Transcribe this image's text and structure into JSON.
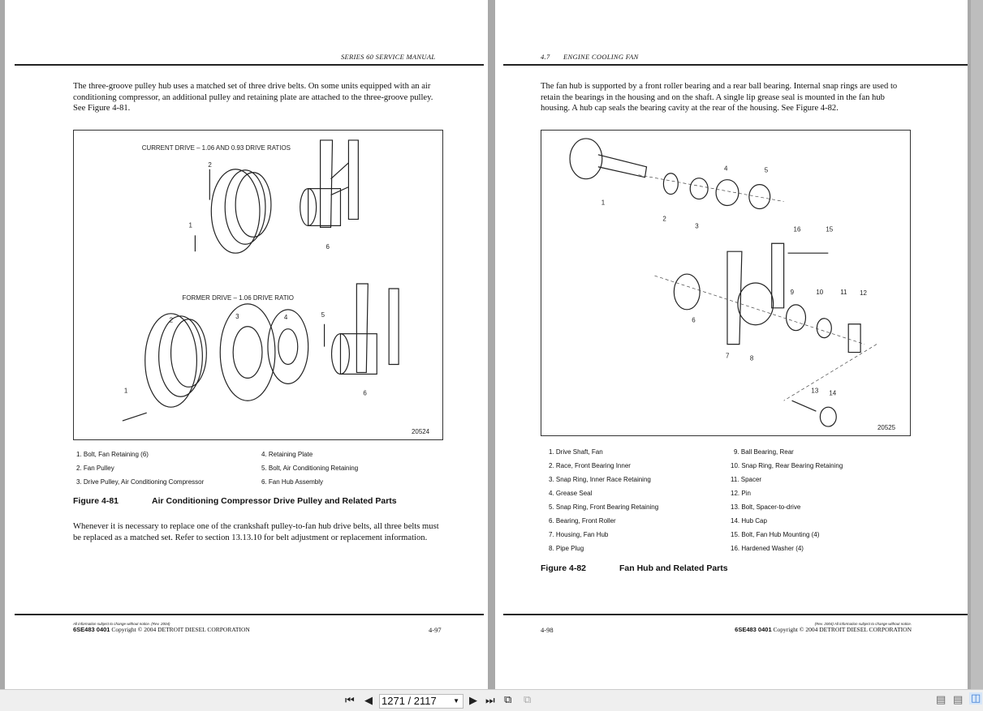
{
  "left_page": {
    "header": "SERIES 60 SERVICE MANUAL",
    "intro": "The three-groove pulley hub uses a matched set of three drive belts. On some units equipped with an air conditioning compressor, an additional pulley and retaining plate are attached to the three-groove pulley. See Figure 4-81.",
    "figure": {
      "current_label": "CURRENT DRIVE – 1.06 AND 0.93 DRIVE RATIOS",
      "former_label": "FORMER DRIVE – 1.06 DRIVE RATIO",
      "id": "20524",
      "callouts_top": [
        "1",
        "2",
        "6"
      ],
      "callouts_bottom": [
        "1",
        "2",
        "3",
        "4",
        "5",
        "6"
      ]
    },
    "legend": [
      "1. Bolt, Fan Retaining (6)",
      "2. Fan Pulley",
      "3. Drive Pulley, Air Conditioning Compressor",
      "4. Retaining Plate",
      "5. Bolt, Air Conditioning Retaining",
      "6. Fan Hub Assembly"
    ],
    "caption_num": "Figure 4-81",
    "caption_title": "Air Conditioning Compressor Drive Pulley and Related Parts",
    "body": "Whenever it is necessary to replace one of the crankshaft pulley-to-fan hub drive belts, all three belts must be replaced as a matched set. Refer to section 13.13.10 for belt adjustment or replacement information.",
    "footer_note": "All information subject to change without notice.     (Rev. 2004)",
    "footer_code": "6SE483  0401",
    "footer_copy": "Copyright © 2004 DETROIT DIESEL CORPORATION",
    "page_num": "4-97"
  },
  "right_page": {
    "header_num": "4.7",
    "header": "ENGINE COOLING FAN",
    "intro": "The fan hub is supported by a front roller bearing and a rear ball bearing. Internal snap rings are used to retain the bearings in the housing and on the shaft. A single lip grease seal is mounted in the fan hub housing. A hub cap seals the bearing cavity at the rear of the housing. See Figure 4-82.",
    "figure": {
      "id": "20525",
      "callouts": [
        "1",
        "2",
        "3",
        "4",
        "5",
        "6",
        "7",
        "8",
        "9",
        "10",
        "11",
        "12",
        "13",
        "14",
        "15",
        "16"
      ]
    },
    "legend": [
      "1. Drive Shaft, Fan",
      "2. Race, Front Bearing Inner",
      "3. Snap Ring, Inner Race Retaining",
      "4. Grease Seal",
      "5. Snap Ring, Front Bearing Retaining",
      "6. Bearing, Front Roller",
      "7. Housing, Fan Hub",
      "8. Pipe Plug",
      "9. Ball Bearing, Rear",
      "10. Snap Ring, Rear Bearing Retaining",
      "11. Spacer",
      "12. Pin",
      "13. Bolt, Spacer-to-drive",
      "14. Hub Cap",
      "15. Bolt, Fan Hub Mounting (4)",
      "16. Hardened Washer (4)"
    ],
    "caption_num": "Figure 4-82",
    "caption_title": "Fan Hub and Related Parts",
    "footer_note": "(Rev. 2004)   All information subject to change without notice.",
    "footer_code": "6SE483  0401",
    "footer_copy": "Copyright © 2004 DETROIT DIESEL CORPORATION",
    "page_num": "4-98"
  },
  "toolbar": {
    "page_field": "1271 / 2117",
    "first": "⏮",
    "prev": "◀",
    "next": "▶",
    "last": "⏭"
  }
}
